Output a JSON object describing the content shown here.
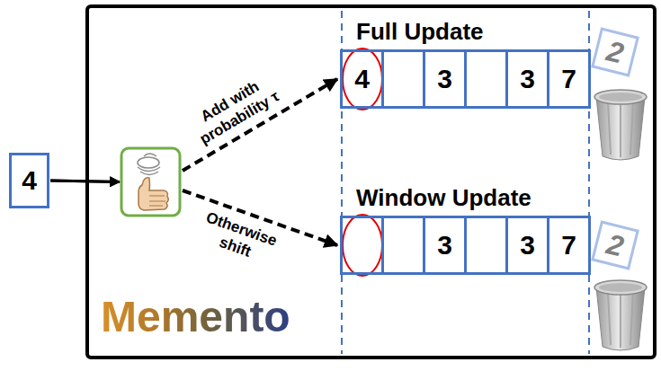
{
  "diagram": {
    "nodes": [
      {
        "text": [
          "4"
        ]
      },
      {
        "text": [
          "Memento"
        ]
      },
      {
        "text": [
          "Full Update"
        ],
        "in": 1
      },
      {
        "text": [
          "4"
        ],
        "in": 2
      },
      {
        "text": [
          "3"
        ],
        "in": 2
      },
      {
        "text": [
          "3"
        ],
        "in": 2
      },
      {
        "text": [
          "7"
        ],
        "in": 2
      },
      {
        "text": [
          "2"
        ],
        "in": 1
      },
      {
        "text": [
          "Window Update"
        ],
        "in": 1
      },
      {
        "text": [
          "3"
        ],
        "in": 8
      },
      {
        "text": [
          "3"
        ],
        "in": 8
      },
      {
        "text": [
          "7"
        ],
        "in": 8
      },
      {
        "text": [
          "2"
        ],
        "in": 1
      }
    ],
    "edges": [
      {
        "from": 0,
        "to": 2,
        "label": "Add with probability τ",
        "arrow": "to"
      },
      {
        "from": 0,
        "to": 8,
        "label": "Otherwise shift",
        "arrow": "to"
      }
    ]
  }
}
